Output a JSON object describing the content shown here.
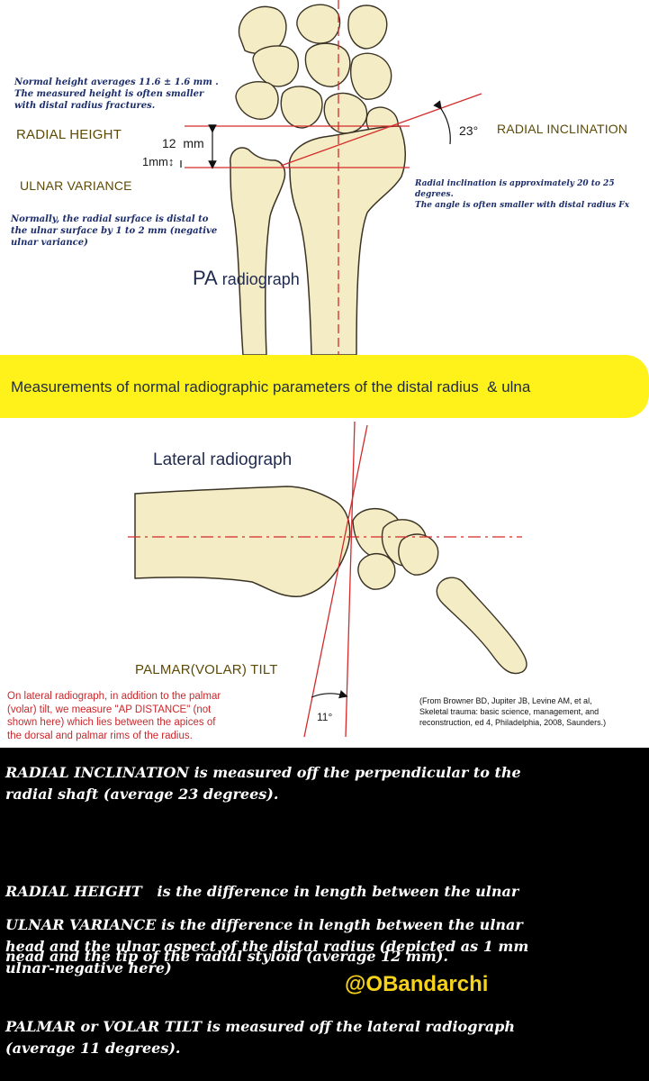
{
  "pa_section": {
    "height_note": [
      "Normal height averages 11.6 ± 1.6 mm .",
      "The measured height is often smaller",
      "with distal radius fractures."
    ],
    "radial_height_label": "RADIAL HEIGHT",
    "height_dim": "12  mm",
    "variance_dim": "1mm",
    "ulnar_variance_label": "ULNAR VARIANCE",
    "variance_note": [
      "Normally, the radial surface is distal to",
      "the ulnar surface by 1 to 2 mm (negative",
      "ulnar variance)"
    ],
    "angle_label": "23°",
    "radial_inclination_label": "RADIAL INCLINATION",
    "inclination_note": [
      "Radial inclination is approximately 20 to 25 degrees.",
      "The angle is often smaller with distal radius Fx"
    ],
    "view_title_bold": "PA",
    "view_title_rest": "radiograph"
  },
  "banner": {
    "text": "Measurements of normal radiographic parameters of the distal radius  & ulna"
  },
  "lateral_section": {
    "title": "Lateral radiograph",
    "palmar_tilt_label": "PALMAR(VOLAR) TILT",
    "ap_note": [
      "On lateral radiograph, in addition to the palmar",
      "(volar) tilt, we measure \"AP DISTANCE\" (not",
      "shown here) which lies between the apices of",
      "the dorsal and palmar rims of the radius."
    ],
    "angle_label": "11°",
    "citation": [
      "(From Browner BD, Jupiter JB, Levine AM, et al,",
      "Skeletal trauma: basic science, management, and",
      "reconstruction, ed 4, Philadelphia, 2008, Saunders.)"
    ]
  },
  "summary": {
    "p1": [
      "RADIAL INCLINATION is measured off the perpendicular to the",
      "radial shaft (average 23 degrees)."
    ],
    "p2": [
      "RADIAL HEIGHT   is the difference in length between the ulnar",
      "nead and the tip of the radial styloid (average 12 mm)."
    ],
    "p3": [
      "ULNAR VARIANCE is the difference in length between the ulnar",
      "head and the ulnar aspect of the distal radius (depicted as 1 mm",
      "ulnar-negative here)"
    ],
    "p4": [
      "PALMAR or VOLAR TILT is measured off the lateral radiograph",
      "(average 11 degrees)."
    ],
    "handle": "@OBandarchi"
  },
  "colors": {
    "bone_fill": "#f4ecc4",
    "bone_stroke": "#3a3324",
    "guide_red": "#d42a2a",
    "banner_yellow": "#fff21a",
    "handle_gold": "#f6d21a"
  }
}
